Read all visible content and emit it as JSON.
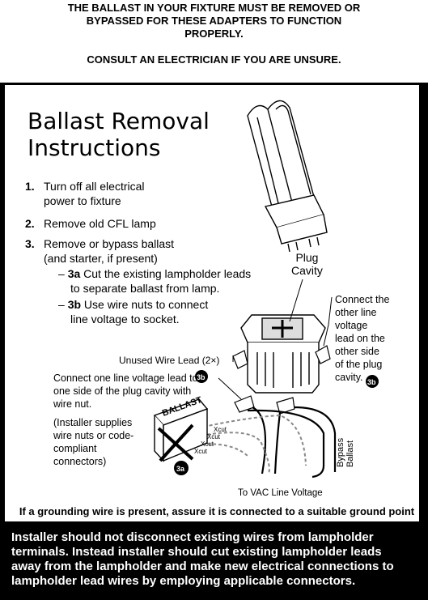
{
  "warning": {
    "line1": "THE BALLAST IN YOUR FIXTURE MUST BE REMOVED OR",
    "line2": "BYPASSED FOR THESE ADAPTERS TO FUNCTION",
    "line3": "PROPERLY.",
    "consult": "CONSULT AN ELECTRICIAN IF YOU ARE UNSURE."
  },
  "instructions": {
    "title_line1": "Ballast Removal",
    "title_line2": "Instructions",
    "steps": [
      {
        "num": "1.",
        "line1": "Turn off all electrical",
        "line2": "power to fixture"
      },
      {
        "num": "2.",
        "line1": "Remove old CFL lamp"
      },
      {
        "num": "3.",
        "line1": "Remove or bypass ballast",
        "line2": "(and starter, if present)"
      }
    ],
    "sub_3a": {
      "id": "3a",
      "line1": "Cut the existing lampholder leads",
      "line2": "to separate ballast from lamp."
    },
    "sub_3b": {
      "id": "3b",
      "line1": "Use wire nuts to connect",
      "line2": "line voltage to socket."
    }
  },
  "diagram": {
    "plug_cavity_line1": "Plug",
    "plug_cavity_line2": "Cavity",
    "connect_other_lines": [
      "Connect the",
      "other line",
      "voltage",
      "lead on the",
      "other side",
      "of the plug",
      "cavity."
    ],
    "badge_3b": "3b",
    "badge_3a": "3a",
    "unused_wire": "Unused Wire Lead (2×)",
    "connect_one_lines": [
      "Connect one line voltage lead to",
      "one side of the plug cavity with",
      "wire nut."
    ],
    "installer_lines": [
      "(Installer supplies",
      "wire nuts or code-",
      "compliant",
      "connectors)"
    ],
    "ballast_label": "BALLAST",
    "cut_labels": [
      "Xcut",
      "Xcut",
      "Xcut",
      "Xcut"
    ],
    "bypass_line1": "Bypass",
    "bypass_line2": "Ballast",
    "vac_label": "To VAC Line Voltage"
  },
  "ground_note": "If a grounding wire is present, assure it is connected to a suitable ground point",
  "footer": {
    "line1": "Installer should not disconnect existing wires from lampholder",
    "line2": "terminals. Instead installer should cut existing lampholder leads",
    "line3": "away from the lampholder and make new electrical connections to",
    "line4": "lampholder lead wires by employing applicable connectors."
  }
}
